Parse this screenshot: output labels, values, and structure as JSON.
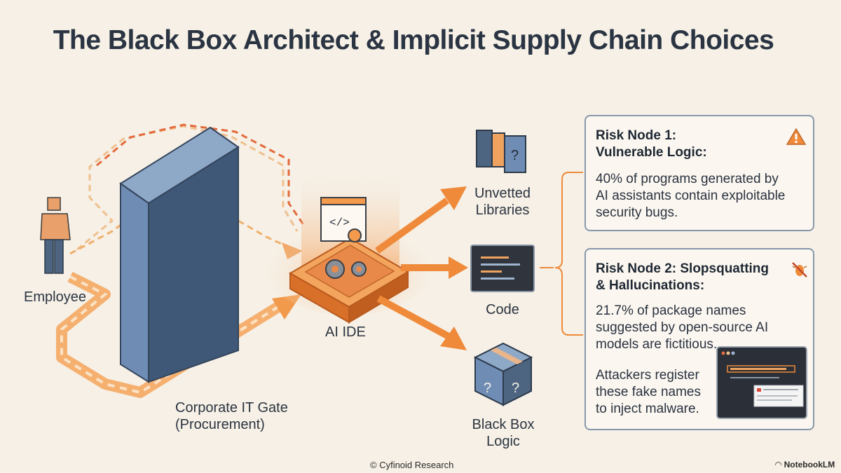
{
  "title": "The Black Box Architect & Implicit Supply Chain Choices",
  "nodes": {
    "employee": "Employee",
    "gate": {
      "line1": "Corporate IT Gate",
      "line2": "(Procurement)"
    },
    "ai_ide": "AI IDE",
    "libraries": {
      "line1": "Unvetted",
      "line2": "Libraries"
    },
    "code": "Code",
    "blackbox": {
      "line1": "Black Box",
      "line2": "Logic"
    }
  },
  "risk1": {
    "title_line1": "Risk Node 1:",
    "title_line2": "Vulnerable Logic:",
    "body": [
      "40% of programs generated by",
      "AI assistants contain exploitable",
      "security bugs."
    ],
    "icon": "warning-triangle-icon"
  },
  "risk2": {
    "title_line1": "Risk Node 2: Slopsquatting",
    "title_line2": "& Hallucinations:",
    "body": [
      "21.7% of package names",
      "suggested by open-source AI",
      "models are fictitious."
    ],
    "note": [
      "Attackers register",
      "these fake names",
      "to inject malware."
    ],
    "icon": "bug-blocked-icon"
  },
  "footer": {
    "credit": "© Cyfinoid Research",
    "brand": "NotebookLM"
  },
  "colors": {
    "orange": "#ef8a3a",
    "wall": "#6f8db4",
    "border": "#8797ab",
    "background": "#f6f0e6"
  }
}
